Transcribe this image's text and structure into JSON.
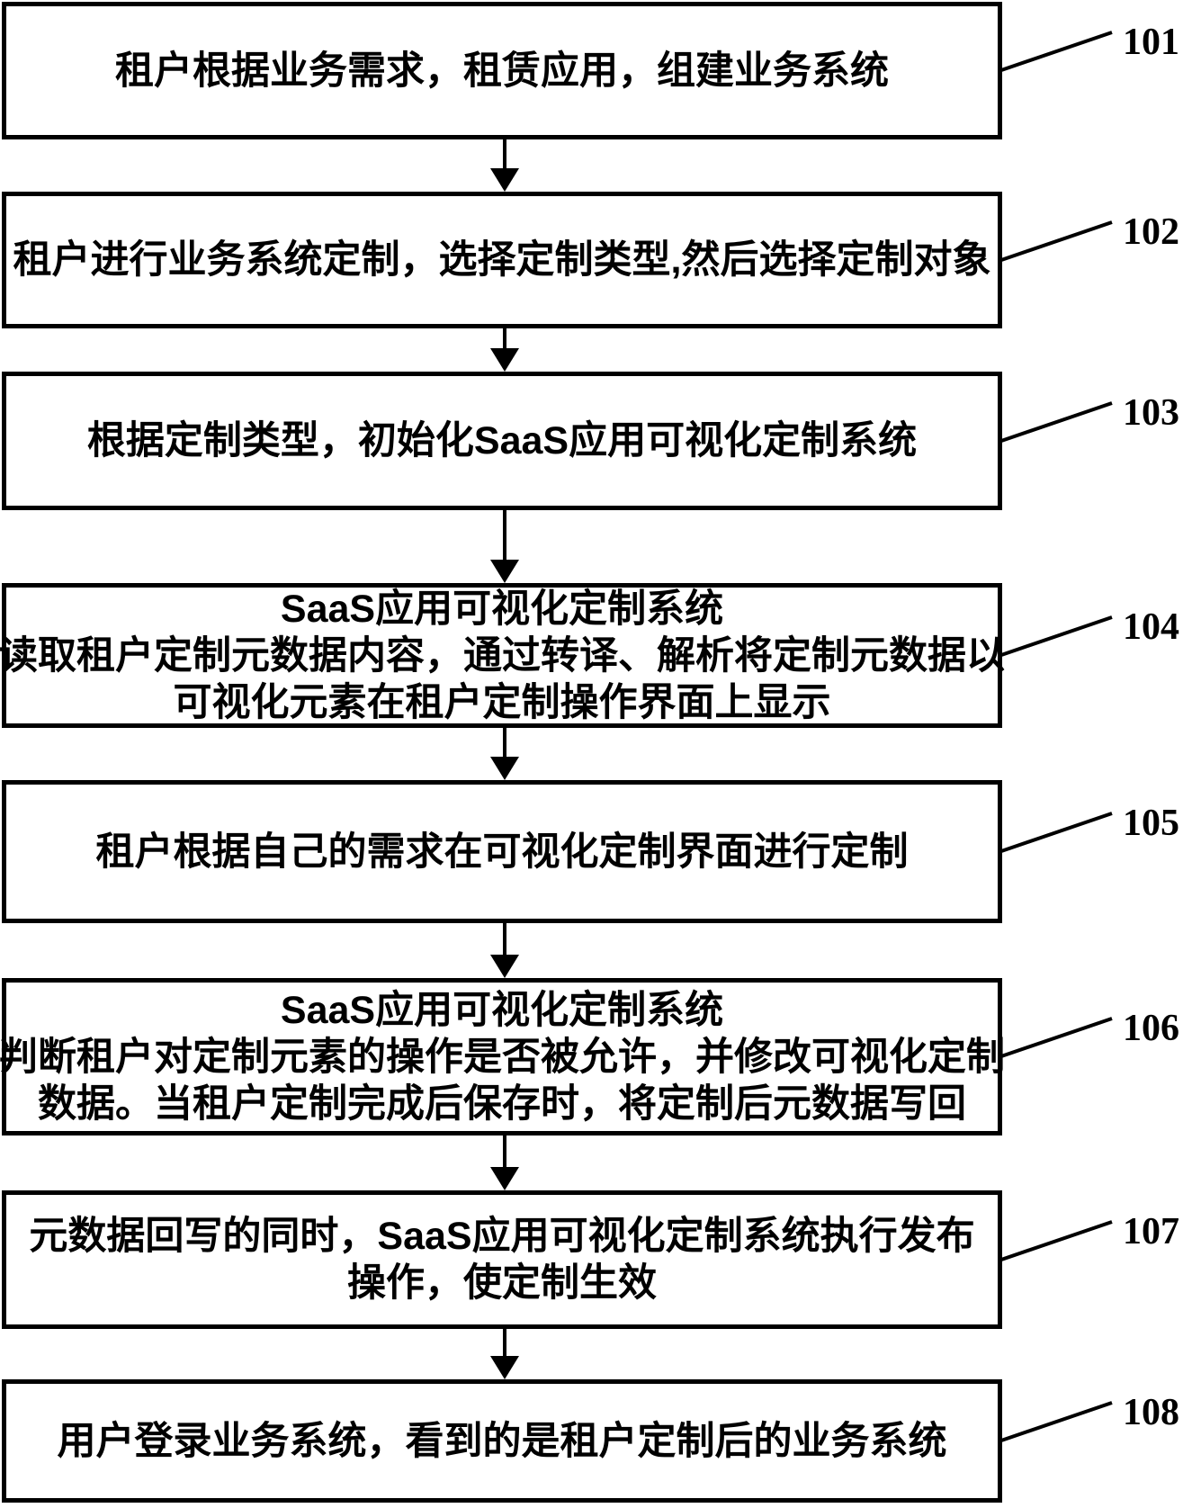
{
  "figure": {
    "type": "flowchart",
    "background_color": "#ffffff",
    "line_color": "#000000",
    "steps": [
      {
        "id": "101",
        "lines": [
          "租户根据业务需求，租赁应用，组建业务系统"
        ]
      },
      {
        "id": "102",
        "lines": [
          "租户进行业务系统定制，选择定制类型,然后选择定制对象"
        ]
      },
      {
        "id": "103",
        "lines": [
          "根据定制类型，初始化SaaS应用可视化定制系统"
        ]
      },
      {
        "id": "104",
        "lines": [
          "SaaS应用可视化定制系统",
          "读取租户定制元数据内容，通过转译、解析将定制元数据以",
          "可视化元素在租户定制操作界面上显示"
        ]
      },
      {
        "id": "105",
        "lines": [
          "租户根据自己的需求在可视化定制界面进行定制"
        ]
      },
      {
        "id": "106",
        "lines": [
          "SaaS应用可视化定制系统",
          "判断租户对定制元素的操作是否被允许，并修改可视化定制",
          "数据。当租户定制完成后保存时，将定制后元数据写回"
        ]
      },
      {
        "id": "107",
        "lines": [
          "元数据回写的同时，SaaS应用可视化定制系统执行发布",
          "操作，使定制生效"
        ]
      },
      {
        "id": "108",
        "lines": [
          "用户登录业务系统，看到的是租户定制后的业务系统"
        ]
      }
    ]
  }
}
